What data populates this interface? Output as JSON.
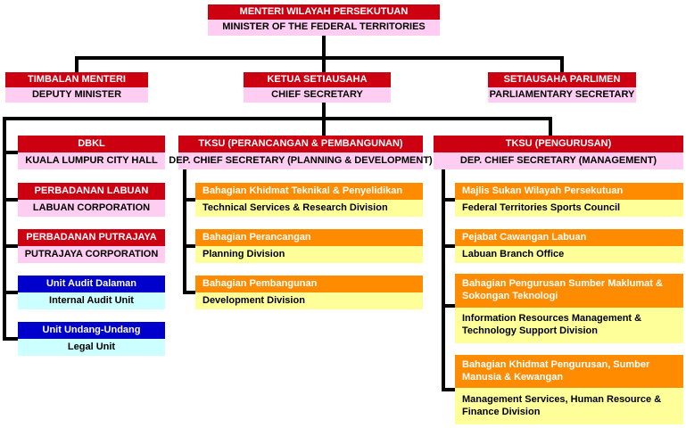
{
  "palette": {
    "header_red": "#CC0011",
    "sub_pink": "#FFCCF2",
    "header_orange": "#FF8C00",
    "sub_yellow": "#FFFF99",
    "header_blue": "#0000CC",
    "sub_cyan": "#CCFFFF",
    "connector_black": "#000000",
    "background": "#FFFFFF"
  },
  "org": {
    "minister": {
      "title": "MENTERI WILAYAH PERSEKUTUAN",
      "subtitle": "MINISTER OF THE FEDERAL TERRITORIES"
    },
    "deputy_minister": {
      "title": "TIMBALAN MENTERI",
      "subtitle": "DEPUTY MINISTER"
    },
    "chief_secretary": {
      "title": "KETUA SETIAUSAHA",
      "subtitle": "CHIEF SECRETARY"
    },
    "parliamentary_secretary": {
      "title": "SETIAUSAHA PARLIMEN",
      "subtitle": "PARLIAMENTARY SECRETARY"
    },
    "dbkl": {
      "title": "DBKL",
      "subtitle": "KUALA LUMPUR CITY HALL"
    },
    "labuan_corporation": {
      "title": "PERBADANAN LABUAN",
      "subtitle": "LABUAN CORPORATION"
    },
    "putrajaya_corporation": {
      "title": "PERBADANAN PUTRAJAYA",
      "subtitle": "PUTRAJAYA CORPORATION"
    },
    "internal_audit_unit": {
      "title": "Unit Audit Dalaman",
      "subtitle": "Internal Audit Unit"
    },
    "legal_unit": {
      "title": "Unit Undang-Undang",
      "subtitle": "Legal Unit"
    },
    "tksu_planning": {
      "title": "TKSU (PERANCANGAN & PEMBANGUNAN)",
      "subtitle": "DEP. CHIEF SECRETARY (PLANNING & DEVELOPMENT)"
    },
    "tksu_management": {
      "title": "TKSU (PENGURUSAN)",
      "subtitle": "DEP. CHIEF SECRETARY (MANAGEMENT)"
    },
    "technical_services": {
      "title": "Bahagian Khidmat Teknikal & Penyelidikan",
      "subtitle": "Technical Services & Research Division"
    },
    "planning_division": {
      "title": "Bahagian Perancangan",
      "subtitle": "Planning Division"
    },
    "development_division": {
      "title": "Bahagian Pembangunan",
      "subtitle": "Development Division"
    },
    "sports_council": {
      "title": "Majlis Sukan Wilayah Persekutuan",
      "subtitle": "Federal Territories Sports Council"
    },
    "labuan_branch_office": {
      "title": "Pejabat Cawangan Labuan",
      "subtitle": "Labuan Branch Office"
    },
    "it_division": {
      "title": "Bahagian Pengurusan Sumber Maklumat & Sokongan Teknologi",
      "subtitle": "Information Resources Management & Technology Support Division"
    },
    "management_services": {
      "title": "Bahagian Khidmat Pengurusan, Sumber Manusia & Kewangan",
      "subtitle": "Management Services, Human Resource & Finance Division"
    }
  }
}
